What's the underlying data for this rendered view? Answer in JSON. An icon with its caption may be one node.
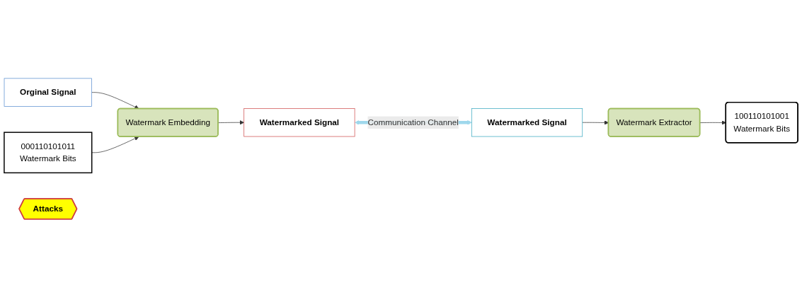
{
  "diagram": {
    "nodes": [
      {
        "text": [
          "Orginal Signal"
        ]
      },
      {
        "text": [
          "Watermark Embedding"
        ]
      },
      {
        "text": [
          "000110101011",
          "Watermark Bits"
        ]
      },
      {
        "text": [
          "Watermarked Signal"
        ]
      },
      {
        "text": [
          "Attacks"
        ]
      },
      {
        "text": [
          "Watermarked Signal"
        ]
      },
      {
        "text": [
          "Watermark Extractor"
        ]
      },
      {
        "text": [
          "100110101001",
          "Watermark Bits"
        ]
      }
    ],
    "edges": [
      {
        "from": 0,
        "to": 1,
        "arrow": "to"
      },
      {
        "from": 2,
        "to": 1,
        "arrow": "to"
      },
      {
        "from": 1,
        "to": 3,
        "arrow": "to"
      },
      {
        "from": 3,
        "to": 5,
        "arrow": "both",
        "label": "Communication Channel",
        "style": "thick",
        "color": "#9fd8ec"
      },
      {
        "from": 5,
        "to": 6,
        "arrow": "to"
      },
      {
        "from": 6,
        "to": 7,
        "arrow": "to"
      }
    ]
  }
}
